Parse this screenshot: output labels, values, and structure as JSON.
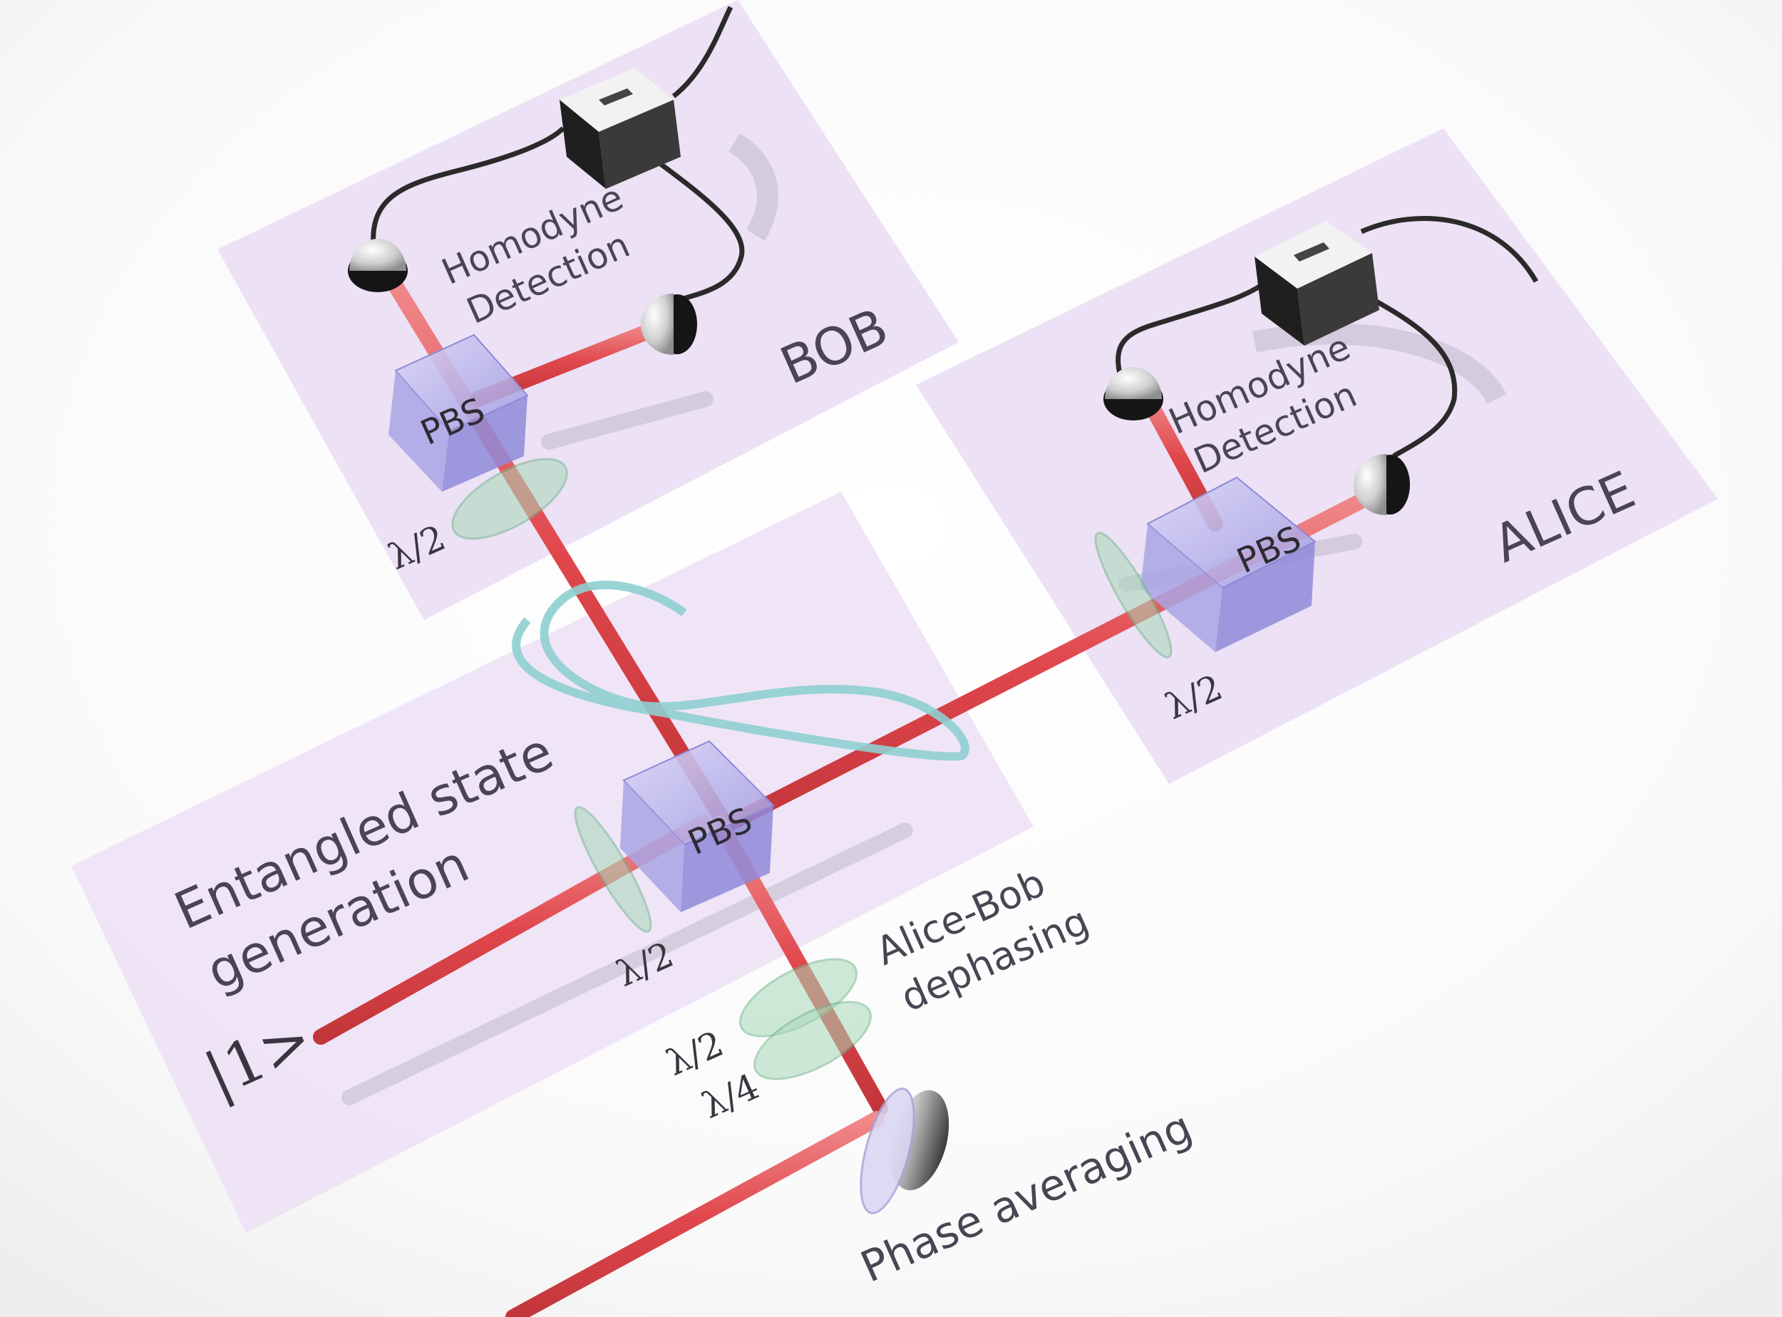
{
  "colors": {
    "background": "#ffffff",
    "panel": "#e8dcf2",
    "beam": "#e0474c",
    "cube": "#b9b6ea",
    "waveplate": "#a8d8b8",
    "fiber": "#8ecfd0",
    "detector": "#d8d8d8",
    "box": "#1e1e1e"
  },
  "labels": {
    "bob": "BOB",
    "alice": "ALICE",
    "bob_homodyne_1": "Homodyne",
    "bob_homodyne_2": "Detection",
    "alice_homodyne_1": "Homodyne",
    "alice_homodyne_2": "Detection",
    "entangled_1": "Entangled state",
    "entangled_2": "generation",
    "pbs_bob": "PBS",
    "pbs_alice": "PBS",
    "pbs_center": "PBS",
    "halfwave_bob": "λ/2",
    "halfwave_alice": "λ/2",
    "halfwave_input": "λ/2",
    "halfwave_dephasing": "λ/2",
    "quarterwave_dephasing": "λ/4",
    "dephasing_1": "Alice-Bob",
    "dephasing_2": "dephasing",
    "phase_averaging": "Phase averaging",
    "input_state": "|1>"
  }
}
